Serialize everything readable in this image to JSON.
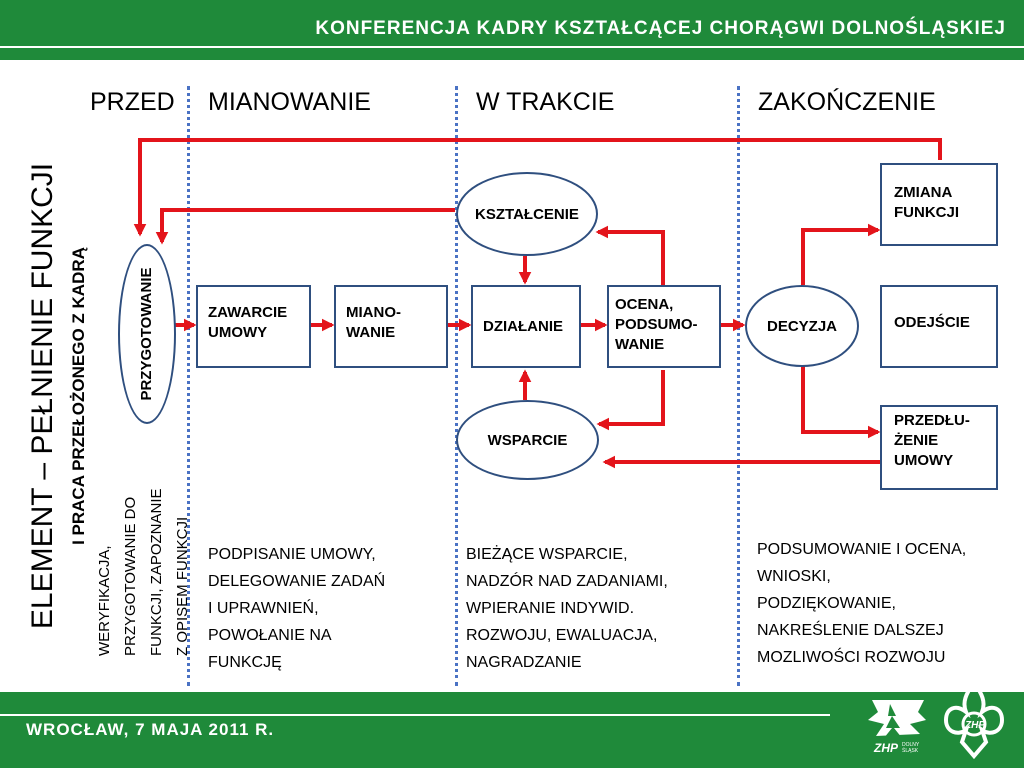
{
  "header": {
    "title": "KONFERENCJA KADRY KSZTAŁCĄCEJ CHORĄGWI DOLNOŚLĄSKIEJ"
  },
  "footer": {
    "text": "WROCŁAW, 7 MAJA 2011 R.",
    "logo_small_text": "ZHP DOLNY ŚLĄSK",
    "logo_emblem_text": "ZHP"
  },
  "side": {
    "title": "ELEMENT – PEŁNIENIE FUNKCJI",
    "subtitle": "I PRACA PRZEŁOŻONEGO Z KADRĄ"
  },
  "phases": {
    "przed": "PRZED",
    "mianowanie": "MIANOWANIE",
    "w_trakcie": "W TRAKCIE",
    "zakonczenie": "ZAKOŃCZENIE"
  },
  "nodes": {
    "przygotowanie": "PRZYGOTOWANIE",
    "zawarcie": [
      "ZAWARCIE",
      "UMOWY"
    ],
    "mianowanie": [
      "MIANO-",
      "WANIE"
    ],
    "dzialanie": "DZIAŁANIE",
    "ocena": [
      "OCENA,",
      "PODSUMO-",
      "WANIE"
    ],
    "ksztalcenie": "KSZTAŁCENIE",
    "wsparcie": "WSPARCIE",
    "decyzja": "DECYZJA",
    "zmiana": [
      "ZMIANA",
      "FUNKCJI"
    ],
    "odejscie": "ODEJŚCIE",
    "przedluzenie": [
      "PRZEDŁU-",
      "ŻENIE",
      "UMOWY"
    ]
  },
  "descriptions": {
    "przed": [
      "WERYFIKACJA,",
      "PRZYGOTOWANIE DO",
      "FUNKCJI, ZAPOZNANIE",
      "Z OPISEM FUNKCJI"
    ],
    "mianowanie": [
      "PODPISANIE UMOWY,",
      "DELEGOWANIE ZADAŃ",
      "I UPRAWNIEŃ,",
      "POWOŁANIE NA",
      "FUNKCJĘ"
    ],
    "w_trakcie": [
      "BIEŻĄCE WSPARCIE,",
      "NADZÓR NAD ZADANIAMI,",
      "WPIERANIE INDYWID.",
      "ROZWOJU, EWALUACJA,",
      "NAGRADZANIE"
    ],
    "zakonczenie": [
      "PODSUMOWANIE I OCENA,",
      "WNIOSKI,",
      "PODZIĘKOWANIE,",
      "NAKREŚLENIE DALSZEJ",
      "MOZLIWOŚCI ROZWOJU"
    ]
  },
  "colors": {
    "brand_green": "#1f8a3a",
    "arrow_red": "#e3141b",
    "box_border": "#2f4f7f",
    "divider_blue": "#4a72c4"
  }
}
